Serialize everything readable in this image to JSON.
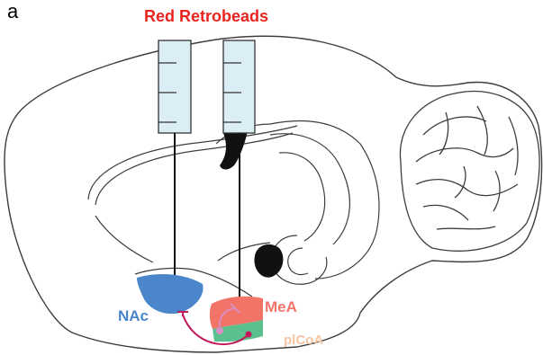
{
  "figure": {
    "panel_label": "a",
    "title": "Red Retrobeads",
    "regions": {
      "nac": "NAc",
      "mea": "MeA",
      "plcoa": "plCoA"
    }
  },
  "colors": {
    "title": "#e8251f",
    "nac": "#4a86c9",
    "mea": "#f27469",
    "plcoa": "#f5c5a4",
    "plcoa_fill": "#5cc08e",
    "injector_fill": "#dbeef6",
    "projection": "#c2185b",
    "outline": "#3d3d3d"
  }
}
